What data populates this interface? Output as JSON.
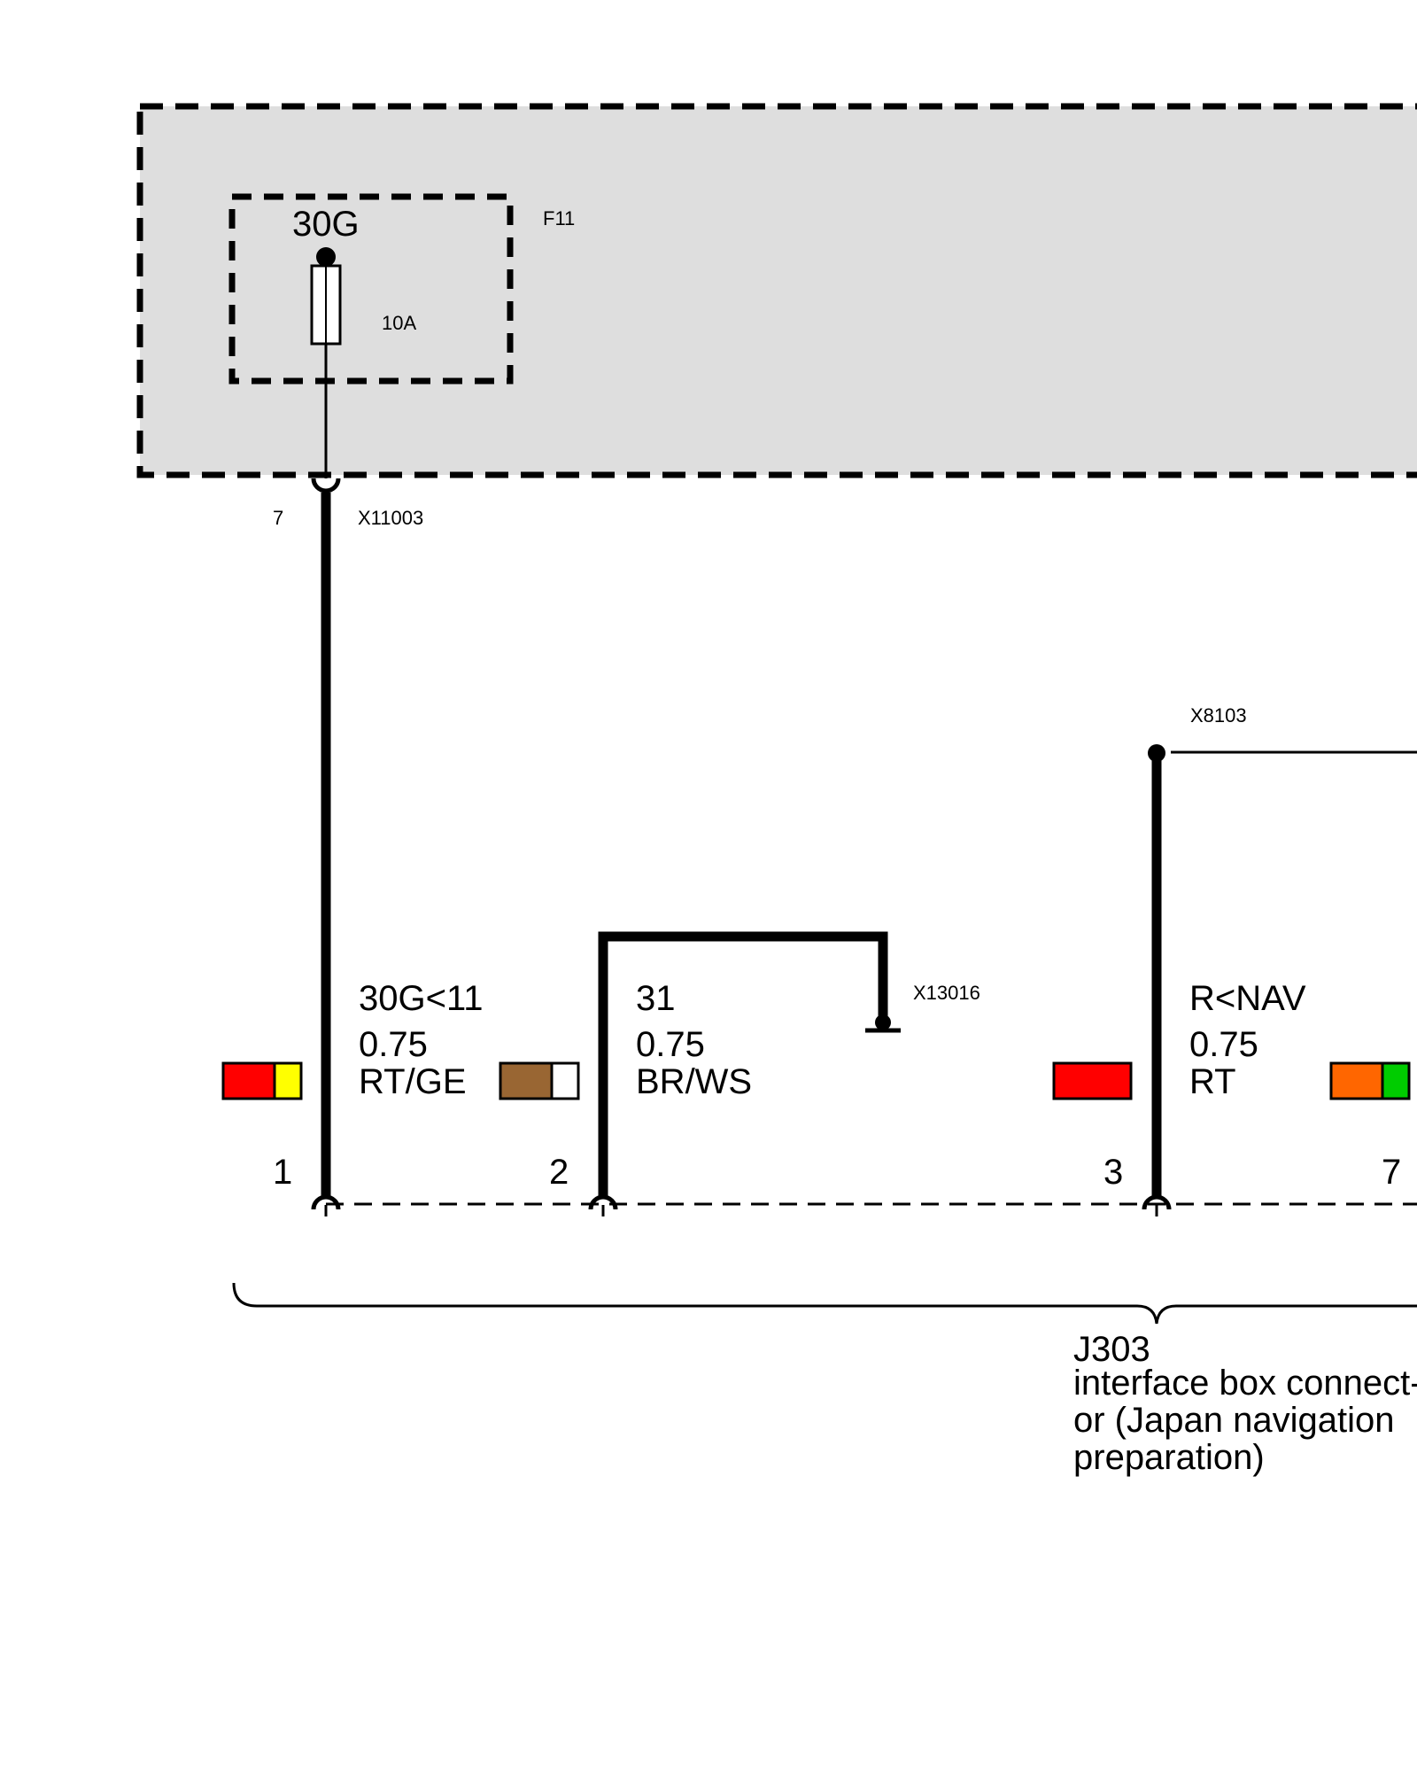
{
  "module": {
    "fill": "#dedede",
    "fuse_terminal": "30G",
    "fuse_id": "F11",
    "fuse_rating": "10A"
  },
  "connector_top": {
    "pin": "7",
    "id": "X11003"
  },
  "splice": {
    "id": "X8103"
  },
  "ground": {
    "id": "X13016"
  },
  "wires": [
    {
      "signal": "30G<11",
      "gauge": "0.75",
      "color_code": "RT/GE",
      "colors": [
        "#ff0000",
        "#ffff00"
      ],
      "pin": "1"
    },
    {
      "signal": "31",
      "gauge": "0.75",
      "color_code": "BR/WS",
      "colors": [
        "#996633",
        "#ffffff"
      ],
      "pin": "2"
    },
    {
      "signal": "R<NAV",
      "gauge": "0.75",
      "color_code": "RT",
      "colors": [
        "#ff0000"
      ],
      "pin": "3"
    },
    {
      "signal": "",
      "gauge": "",
      "color_code": "",
      "colors": [
        "#ff6600",
        "#00cc00"
      ],
      "pin": "7"
    }
  ],
  "connector_bottom": {
    "id": "J303",
    "description_lines": [
      "interface box connect-",
      "or (Japan navigation",
      "preparation)"
    ]
  }
}
